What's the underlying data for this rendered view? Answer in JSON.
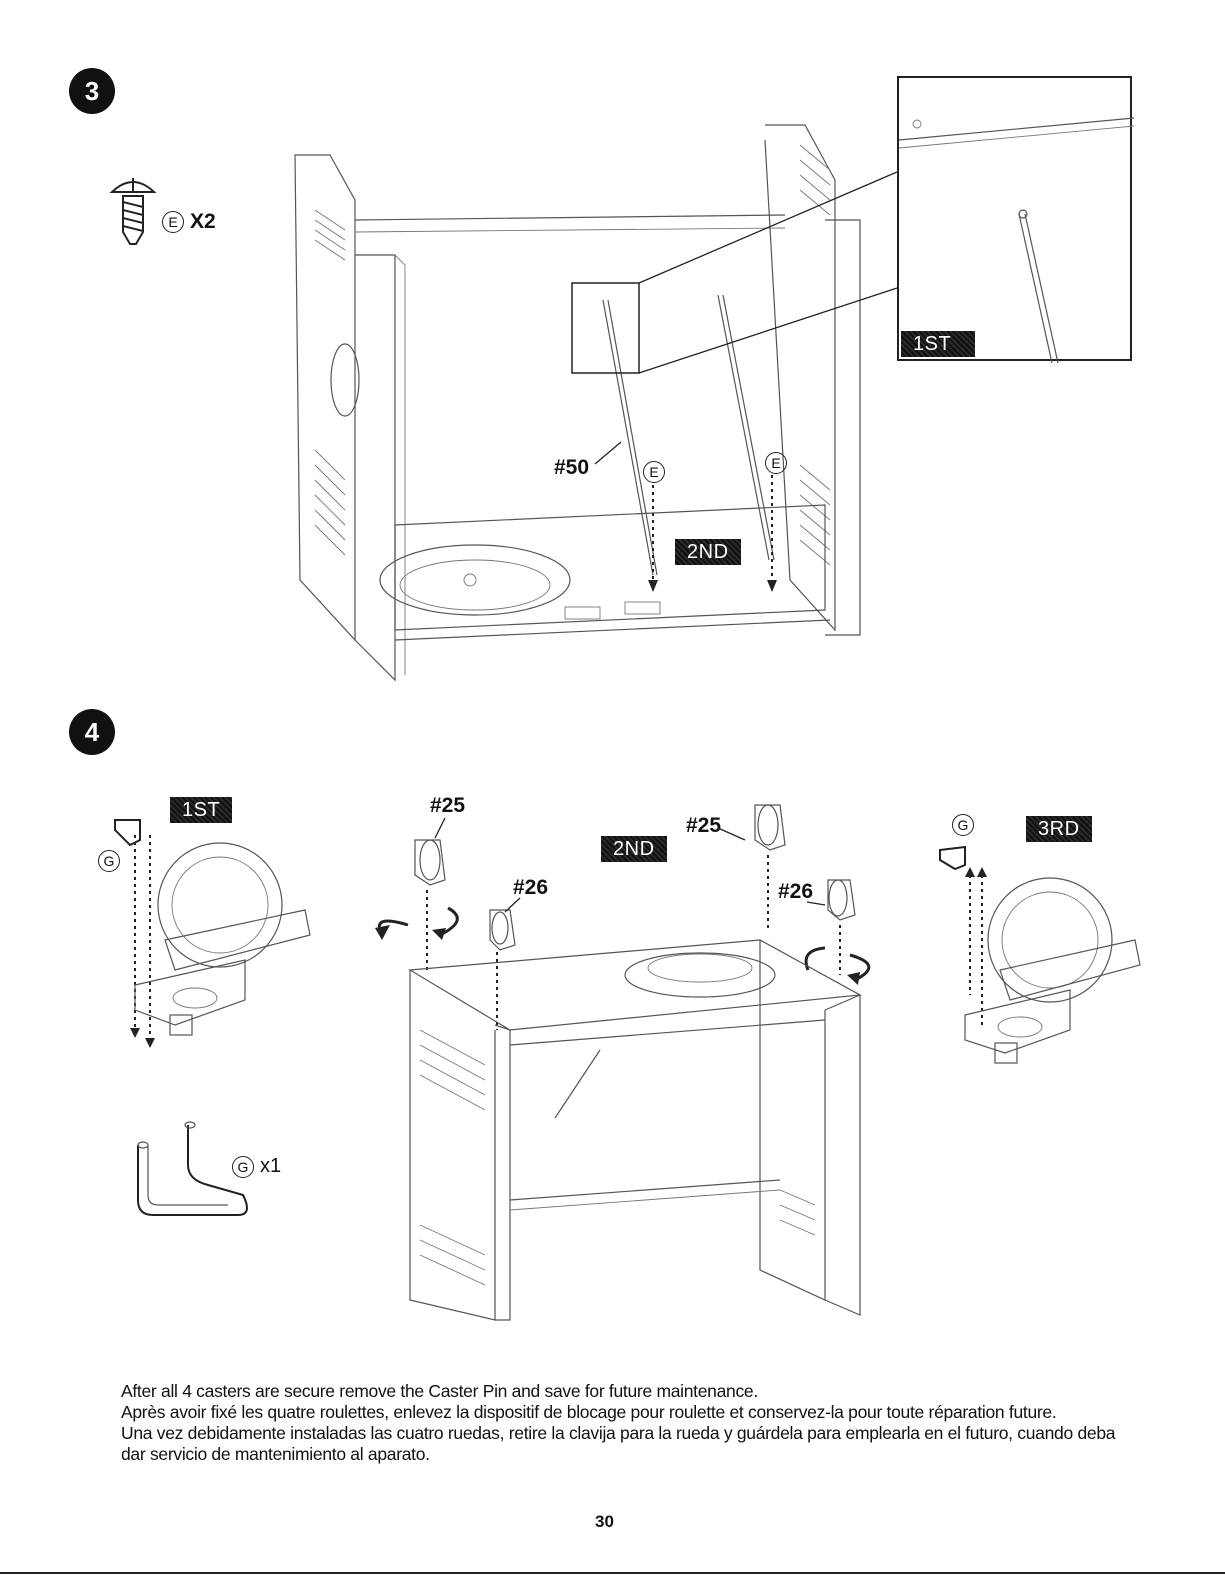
{
  "steps": [
    {
      "number": "3",
      "hardware": {
        "letter": "E",
        "quantity": "X2"
      },
      "labels": {
        "part_ref": "#50",
        "fastener_1": "E",
        "fastener_2": "E",
        "order_1": "1ST",
        "order_2": "2ND"
      }
    },
    {
      "number": "4",
      "labels": {
        "order_1": "1ST",
        "order_2": "2ND",
        "order_3": "3RD",
        "pin_left": "G",
        "pin_right": "G",
        "caster_25_a": "#25",
        "caster_26_a": "#26",
        "caster_25_b": "#25",
        "caster_26_b": "#26"
      },
      "hardware": {
        "letter": "G",
        "quantity": "x1"
      }
    }
  ],
  "caption": {
    "english": "After all 4 casters are secure remove the Caster Pin and save for future maintenance.",
    "french": "Après avoir fixé les quatre roulettes, enlevez la dispositif de blocage pour roulette et conservez-la pour toute réparation future.",
    "spanish": "Una vez debidamente instaladas las cuatro ruedas, retire la clavija para la rueda y guárdela para emplearla en el futuro, cuando deba dar servicio de mantenimiento al aparato."
  },
  "page_number": "30"
}
